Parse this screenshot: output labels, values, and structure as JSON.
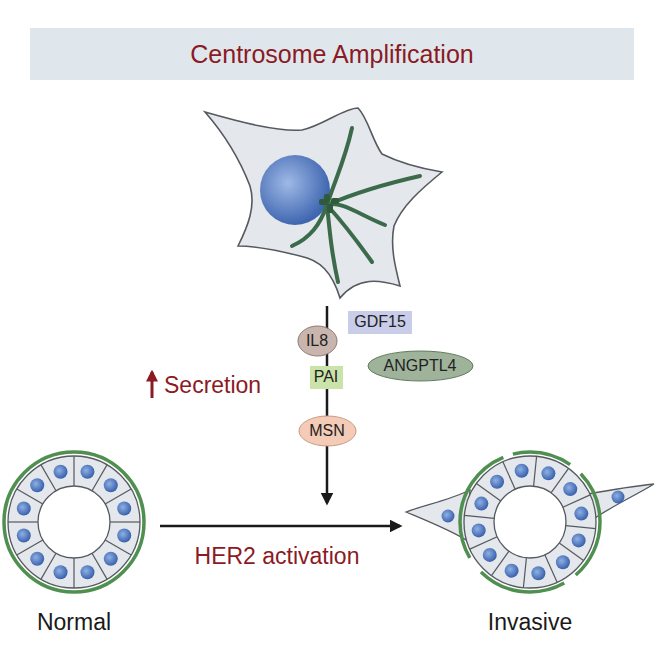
{
  "diagram": {
    "title": "Centrosome Amplification",
    "nodes": [
      {
        "text": [
          "GDF15"
        ]
      },
      {
        "text": [
          "IL8"
        ]
      },
      {
        "text": [
          "ANGPTL4"
        ]
      },
      {
        "text": [
          "PAI"
        ]
      },
      {
        "text": [
          "MSN"
        ]
      }
    ],
    "labels": [
      "Secretion",
      "HER2 activation",
      "Normal",
      "Invasive"
    ]
  }
}
